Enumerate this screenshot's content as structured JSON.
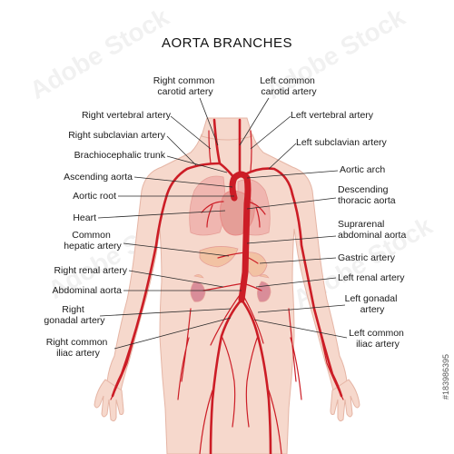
{
  "title": "AORTA BRANCHES",
  "labels": {
    "right_common_carotid": [
      "Right common",
      "carotid artery"
    ],
    "left_common_carotid": [
      "Left common",
      "carotid artery"
    ],
    "right_vertebral": [
      "Right vertebral artery"
    ],
    "left_vertebral": [
      "Left vertebral artery"
    ],
    "right_subclavian": [
      "Right subclavian artery"
    ],
    "left_subclavian": [
      "Left subclavian artery"
    ],
    "brachiocephalic": [
      "Brachiocephalic trunk"
    ],
    "aortic_arch": [
      "Aortic arch"
    ],
    "ascending_aorta": [
      "Ascending aorta"
    ],
    "descending_thoracic": [
      "Descending",
      "thoracic aorta"
    ],
    "aortic_root": [
      "Aortic root"
    ],
    "heart": [
      "Heart"
    ],
    "suprarenal": [
      "Suprarenal",
      "abdominal aorta"
    ],
    "common_hepatic": [
      "Common",
      "hepatic artery"
    ],
    "gastric": [
      "Gastric artery"
    ],
    "right_renal": [
      "Right renal artery"
    ],
    "left_renal": [
      "Left renal artery"
    ],
    "abdominal_aorta": [
      "Abdominal aorta"
    ],
    "left_gonadal": [
      "Left gonadal",
      "artery"
    ],
    "right_gonadal": [
      "Right",
      "gonadal artery"
    ],
    "left_common_iliac": [
      "Left common",
      "iliac artery"
    ],
    "right_common_iliac": [
      "Right common",
      "iliac artery"
    ]
  },
  "watermark": "Adobe Stock",
  "stock_id": "#183986395",
  "colors": {
    "body": "#f6d8cc",
    "body_outline": "#e5b5a5",
    "artery": "#cc1d26",
    "artery_light": "#e98a86",
    "organ": "#f0b6b0",
    "organ_dark": "#e59e97",
    "kidney": "#d98d99",
    "liver": "#f2c2a3",
    "line": "#2a2a2a"
  }
}
